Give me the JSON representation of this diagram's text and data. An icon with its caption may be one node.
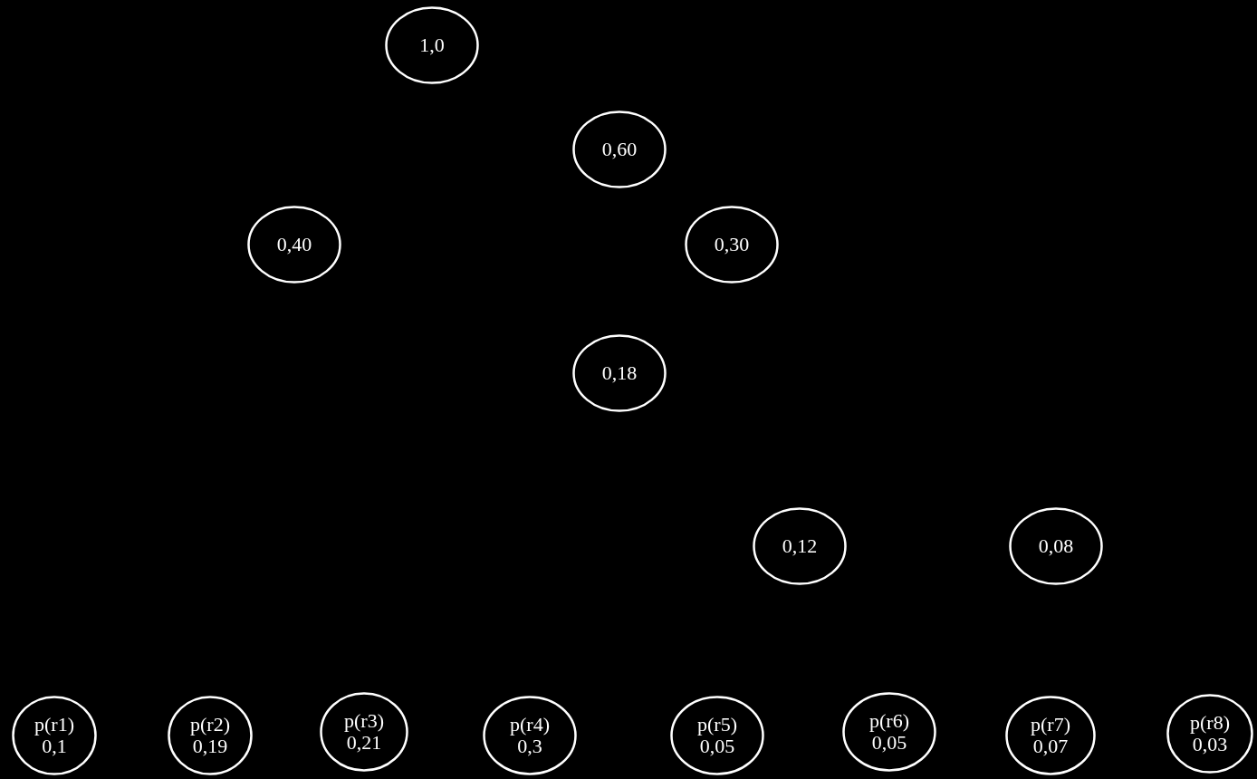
{
  "diagram": {
    "nodes": [
      {
        "text": [
          "1,0"
        ]
      },
      {
        "text": [
          "0,60"
        ]
      },
      {
        "text": [
          "0,40"
        ]
      },
      {
        "text": [
          "0,30"
        ]
      },
      {
        "text": [
          "0,18"
        ]
      },
      {
        "text": [
          "0,12"
        ]
      },
      {
        "text": [
          "0,08"
        ]
      },
      {
        "text": [
          "p(r1)",
          "0,1"
        ]
      },
      {
        "text": [
          "p(r2)",
          "0,19"
        ]
      },
      {
        "text": [
          "p(r3)",
          "0,21"
        ]
      },
      {
        "text": [
          "p(r4)",
          "0,3"
        ]
      },
      {
        "text": [
          "p(r5)",
          "0,05"
        ]
      },
      {
        "text": [
          "p(r6)",
          "0,05"
        ]
      },
      {
        "text": [
          "p(r7)",
          "0,07"
        ]
      },
      {
        "text": [
          "p(r8)",
          "0,03"
        ]
      }
    ]
  }
}
